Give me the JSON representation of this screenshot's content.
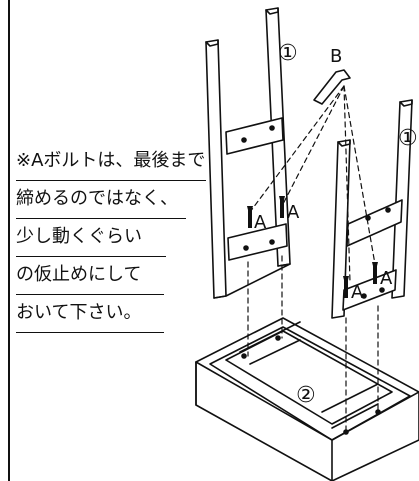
{
  "note": {
    "lines": [
      "※Aボルトは、最後まで",
      "締めるのではなく、",
      "少し動くぐらい",
      "の仮止めにして",
      "おいて下さい。"
    ]
  },
  "labels": {
    "leg_left": "①",
    "leg_right": "①",
    "seat": "②",
    "wrench": "B",
    "bolt": "A"
  }
}
